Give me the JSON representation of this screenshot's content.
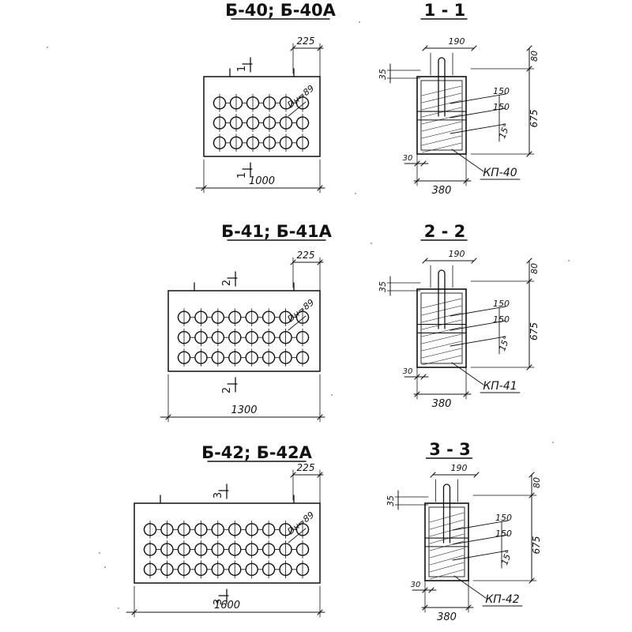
{
  "views": [
    {
      "title": "Б-40; Б-40А",
      "section_mark": "1",
      "length_dim": "1000",
      "edge_dim": "225",
      "hole_label": "Dн=89",
      "cols": 6,
      "rows": 3
    },
    {
      "title": "Б-41; Б-41А",
      "section_mark": "2",
      "length_dim": "1300",
      "edge_dim": "225",
      "hole_label": "Dн=89",
      "cols": 8,
      "rows": 3
    },
    {
      "title": "Б-42; Б-42А",
      "section_mark": "3",
      "length_dim": "1600",
      "edge_dim": "225",
      "hole_label": "Dн=89",
      "cols": 10,
      "rows": 3
    }
  ],
  "sections": [
    {
      "title": "1 - 1",
      "top_dim": "190",
      "height_dim": "675",
      "top_offset_dim": "80",
      "left_offset_dim": "35",
      "spacing1": "150",
      "spacing2": "150",
      "angle": "15°",
      "cover_dim": "30",
      "width_dim": "380",
      "plate_label": "КП-40"
    },
    {
      "title": "2 - 2",
      "top_dim": "190",
      "height_dim": "675",
      "top_offset_dim": "80",
      "left_offset_dim": "35",
      "spacing1": "150",
      "spacing2": "150",
      "angle": "15°",
      "cover_dim": "30",
      "width_dim": "380",
      "plate_label": "КП-41"
    },
    {
      "title": "3 - 3",
      "top_dim": "190",
      "height_dim": "675",
      "top_offset_dim": "80",
      "left_offset_dim": "35",
      "spacing1": "150",
      "spacing2": "150",
      "angle": "15°",
      "cover_dim": "30",
      "width_dim": "380",
      "plate_label": "КП-42"
    }
  ]
}
